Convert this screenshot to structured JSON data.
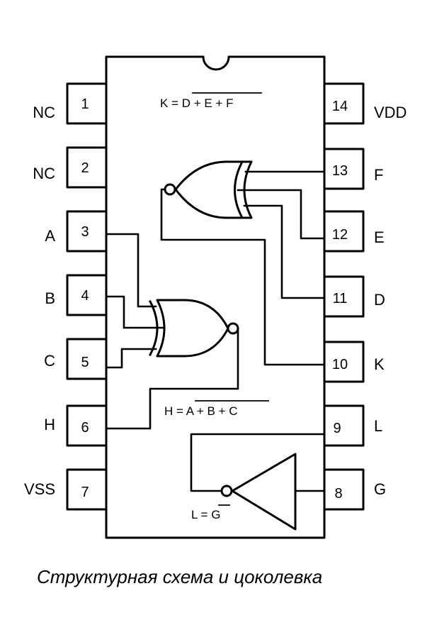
{
  "pins_left": [
    {
      "num": "1",
      "label": "NC"
    },
    {
      "num": "2",
      "label": "NC"
    },
    {
      "num": "3",
      "label": "A"
    },
    {
      "num": "4",
      "label": "B"
    },
    {
      "num": "5",
      "label": "C"
    },
    {
      "num": "6",
      "label": "H"
    },
    {
      "num": "7",
      "label": "VSS"
    }
  ],
  "pins_right": [
    {
      "num": "14",
      "label": "VDD"
    },
    {
      "num": "13",
      "label": "F"
    },
    {
      "num": "12",
      "label": "E"
    },
    {
      "num": "11",
      "label": "D"
    },
    {
      "num": "10",
      "label": "K"
    },
    {
      "num": "9",
      "label": "L"
    },
    {
      "num": "8",
      "label": "G"
    }
  ],
  "equations": {
    "k": {
      "lhs": "K = ",
      "rhs": "D + E + F"
    },
    "h": {
      "lhs": "H = ",
      "rhs": "A + B + C"
    },
    "l": {
      "lhs": "L = ",
      "rhs": "G"
    }
  },
  "caption": "Структурная схема и цоколевка"
}
